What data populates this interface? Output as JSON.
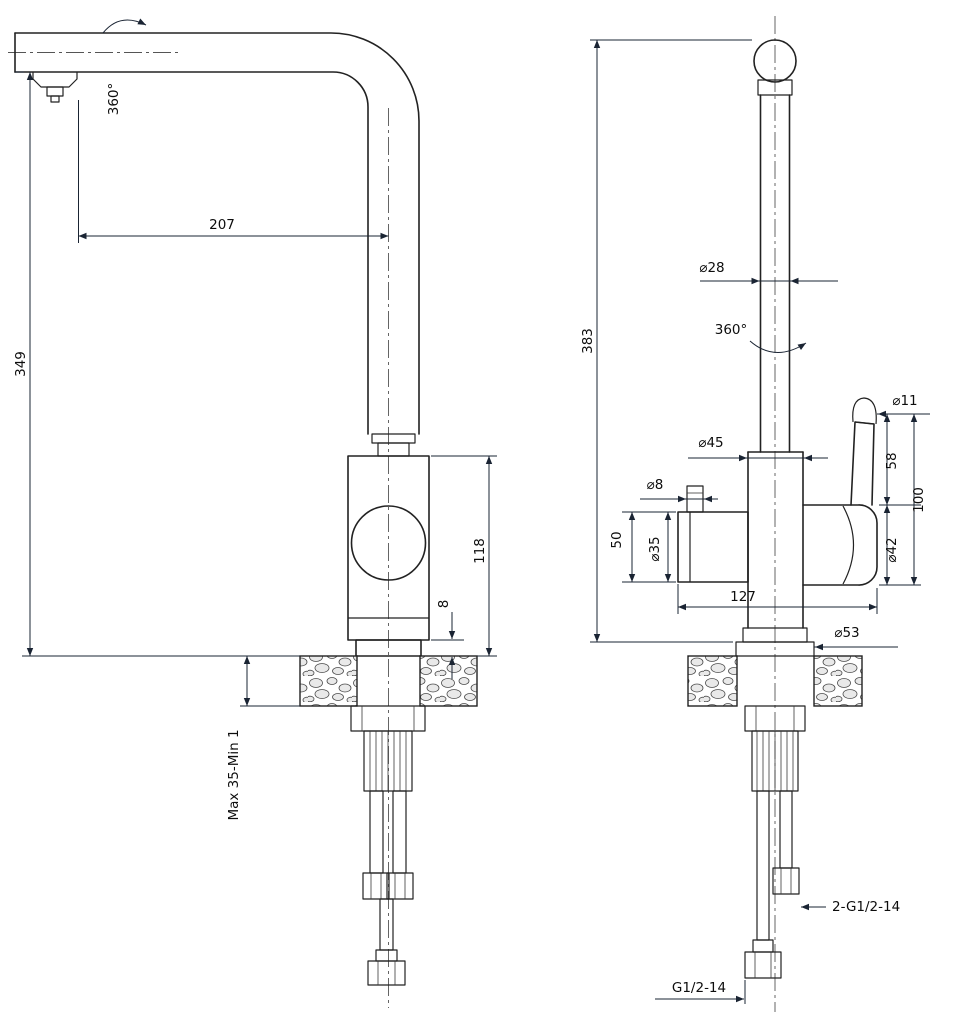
{
  "drawing": {
    "colors": {
      "outline": "#222222",
      "dimension": "#1a2433"
    },
    "labels": {
      "side": {
        "reach": "207",
        "height": "349",
        "swivel": "360°",
        "body_height": "118",
        "flange_offset": "8",
        "deck_thickness": "Max 35-Min 1"
      },
      "front": {
        "total_height": "383",
        "pipe_dia": "⌀28",
        "swivel": "360°",
        "body_dia": "⌀45",
        "nozzle_dia": "⌀8",
        "outlet_height": "50",
        "outlet_dia": "⌀35",
        "base_width": "127",
        "lever_dia": "⌀11",
        "lever_length": "58",
        "handle_height": "100",
        "handle_dia": "⌀42",
        "flange_dia": "⌀53",
        "pair_thread": "2-G1/2-14",
        "single_thread": "G1/2-14"
      }
    }
  }
}
